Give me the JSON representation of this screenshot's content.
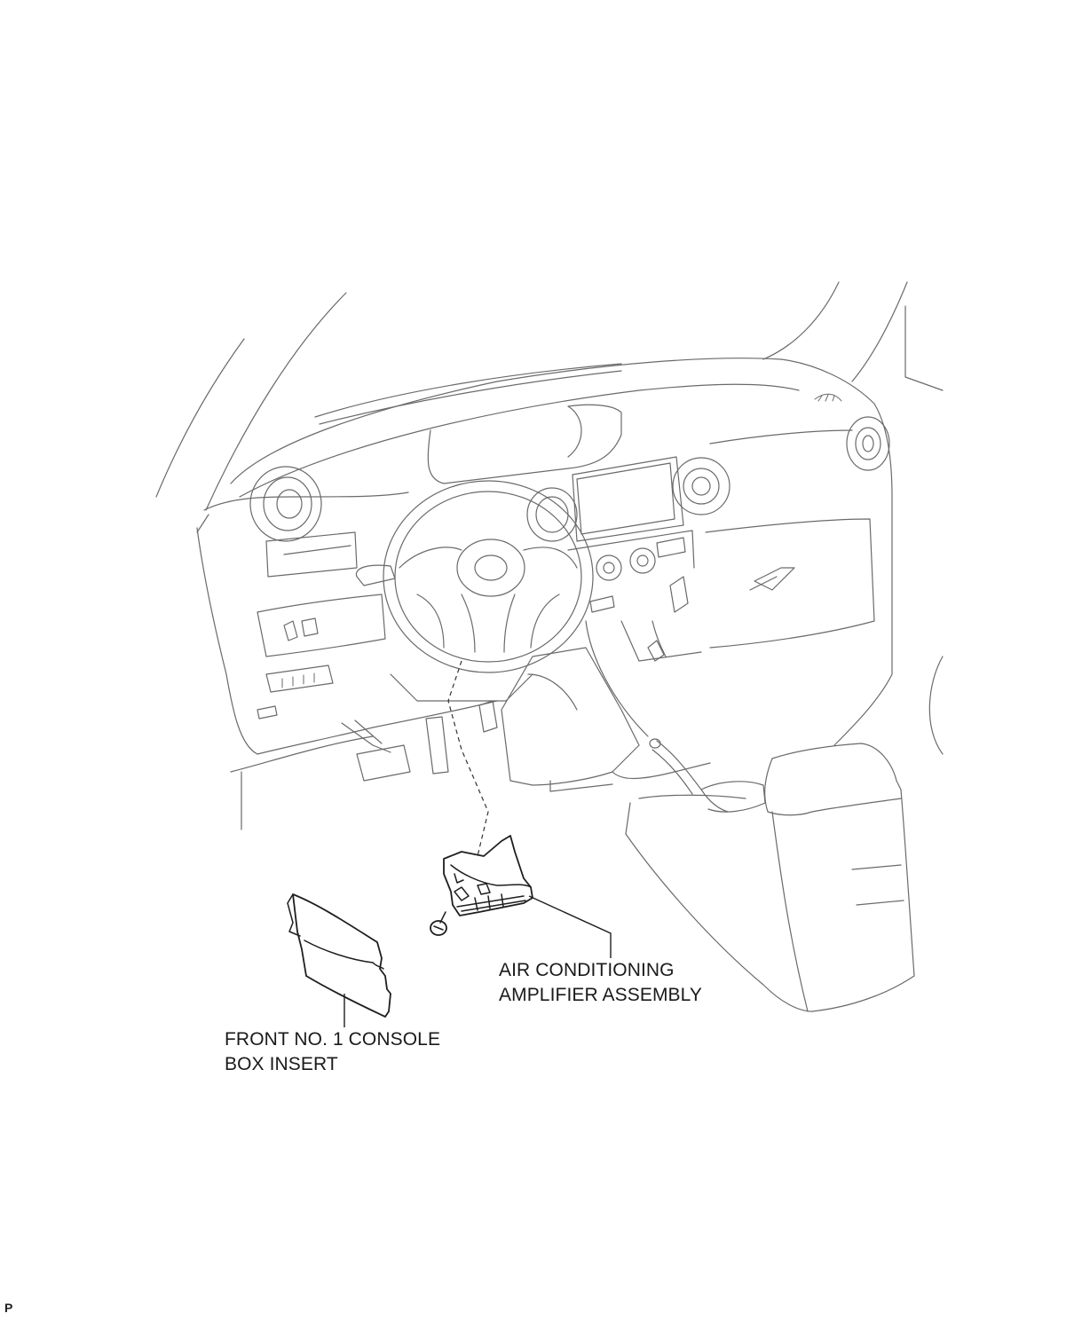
{
  "labels": {
    "amplifier": {
      "line1": "AIR CONDITIONING",
      "line2": "AMPLIFIER ASSEMBLY"
    },
    "console_insert": {
      "line1": "FRONT NO. 1 CONSOLE",
      "line2": "BOX INSERT"
    }
  },
  "corner_mark": "P"
}
